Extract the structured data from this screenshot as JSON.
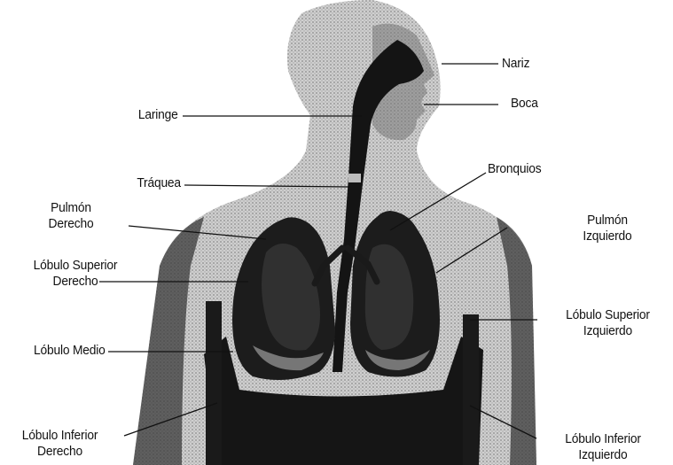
{
  "labels": {
    "nariz": "Nariz",
    "boca": "Boca",
    "laringe": "Laringe",
    "traquea": "Tráquea",
    "bronquios": "Bronquios",
    "pulmon_derecho": [
      "Pulmón",
      "Derecho"
    ],
    "pulmon_izquierdo": [
      "Pulmón",
      "Izquierdo"
    ],
    "lobulo_superior_derecho": [
      "Lóbulo Superior",
      "Derecho"
    ],
    "lobulo_superior_izquierdo": [
      "Lóbulo Superior",
      "Izquierdo"
    ],
    "lobulo_medio": "Lóbulo Medio",
    "lobulo_inferior_derecho": [
      "Lóbulo Inferior",
      "Derecho"
    ],
    "lobulo_inferior_izquierdo": [
      "Lóbulo Inferior",
      "Izquierdo"
    ]
  },
  "colors": {
    "ink": "#111111",
    "stipple_light": "#d8d8d8",
    "stipple_mid": "#9a9a9a",
    "dark": "#1a1a1a",
    "background": "#ffffff"
  }
}
